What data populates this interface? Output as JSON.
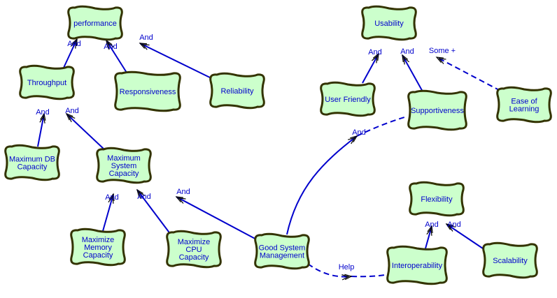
{
  "goals": {
    "performance": [
      "performance"
    ],
    "throughput": [
      "Throughput"
    ],
    "responsiveness": [
      "Responsiveness"
    ],
    "reliability": [
      "Reliability"
    ],
    "max_db_capacity": [
      "Maximum DB",
      "Capacity"
    ],
    "max_system_capacity": [
      "Maximum",
      "System",
      "Capacity"
    ],
    "max_memory_capacity": [
      "Maximize",
      "Memory",
      "Capacity"
    ],
    "max_cpu_capacity": [
      "Maximize",
      "CPU",
      "Capacity"
    ],
    "good_system_management": [
      "Good System",
      "Management"
    ],
    "usability": [
      "Usability"
    ],
    "user_friendly": [
      "User Friendly"
    ],
    "supportiveness": [
      "Supportiveness"
    ],
    "ease_of_learning": [
      "Ease of",
      "Learning"
    ],
    "flexibility": [
      "Flexibility"
    ],
    "interoperability": [
      "Interoperability"
    ],
    "scalability": [
      "Scalability"
    ]
  },
  "links": [
    {
      "from": "throughput",
      "to": "performance",
      "label": "And",
      "style": "solid"
    },
    {
      "from": "responsiveness",
      "to": "performance",
      "label": "And",
      "style": "solid"
    },
    {
      "from": "reliability",
      "to": "performance",
      "label": "And",
      "style": "solid"
    },
    {
      "from": "max_db_capacity",
      "to": "throughput",
      "label": "And",
      "style": "solid"
    },
    {
      "from": "max_system_capacity",
      "to": "throughput",
      "label": "And",
      "style": "solid"
    },
    {
      "from": "max_memory_capacity",
      "to": "max_system_capacity",
      "label": "And",
      "style": "solid"
    },
    {
      "from": "max_cpu_capacity",
      "to": "max_system_capacity",
      "label": "And",
      "style": "solid"
    },
    {
      "from": "good_system_management",
      "to": "max_system_capacity",
      "label": "And",
      "style": "solid"
    },
    {
      "from": "user_friendly",
      "to": "usability",
      "label": "And",
      "style": "solid"
    },
    {
      "from": "supportiveness",
      "to": "usability",
      "label": "And",
      "style": "solid"
    },
    {
      "from": "ease_of_learning",
      "to": "usability",
      "label": "And",
      "style": "solid"
    },
    {
      "from": "good_system_management",
      "to": "supportiveness",
      "label": "Some +",
      "style": "dashed"
    },
    {
      "from": "good_system_management",
      "to": "interoperability",
      "label": "Help",
      "style": "dashed"
    },
    {
      "from": "interoperability",
      "to": "flexibility",
      "label": "And",
      "style": "solid"
    },
    {
      "from": "scalability",
      "to": "flexibility",
      "label": "And",
      "style": "solid"
    }
  ]
}
